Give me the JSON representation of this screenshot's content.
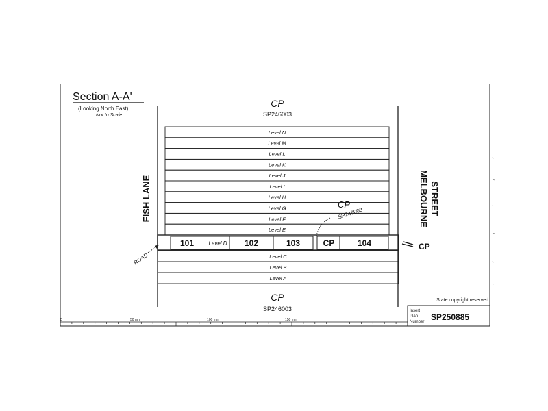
{
  "section": {
    "title": "Section A-A'",
    "subtitle": "(Looking North East)",
    "note": "Not to Scale"
  },
  "top_label": {
    "name": "CP",
    "plan": "SP246003"
  },
  "bottom_label": {
    "name": "CP",
    "plan": "SP246003"
  },
  "mid_label": {
    "name": "CP",
    "plan": "SP246003"
  },
  "streets": {
    "left": "FISH LANE",
    "right_1": "MELBOURNE",
    "right_2": "STREET"
  },
  "road_label": "ROAD",
  "right_cp": "CP",
  "upper_levels": [
    "Level N",
    "Level M",
    "Level L",
    "Level K",
    "Level J",
    "Level I",
    "Level H",
    "Level G",
    "Level F",
    "Level E"
  ],
  "lower_levels": [
    "Level C",
    "Level B",
    "Level A"
  ],
  "level_d": {
    "label": "Level D",
    "lots": [
      "101",
      "102",
      "103",
      "CP",
      "104"
    ]
  },
  "scale_ticks": [
    "0",
    "50 mm",
    "100 mm",
    "150 mm"
  ],
  "copyright": "State copyright reserved",
  "insert_plan": {
    "label_1": "Insert",
    "label_2": "Plan",
    "label_3": "Number",
    "number": "SP250885"
  }
}
